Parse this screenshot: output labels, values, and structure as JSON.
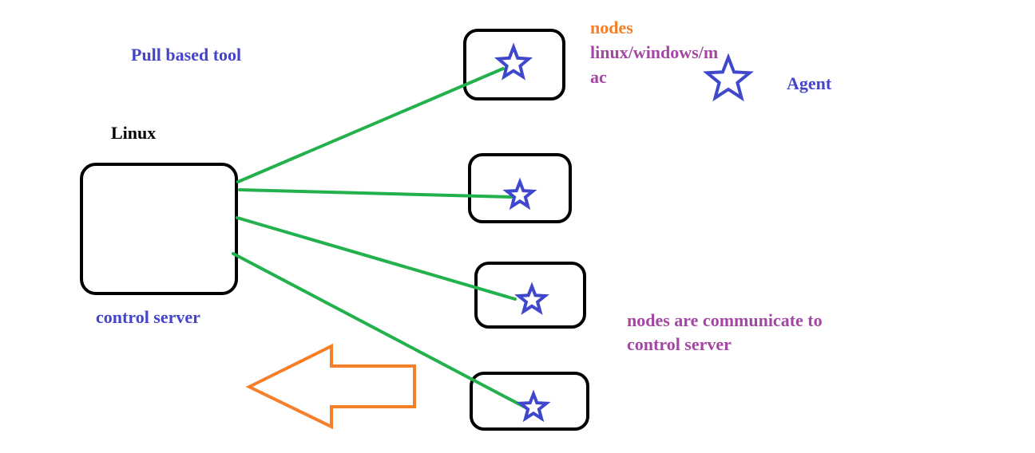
{
  "labels": {
    "title": "Pull based tool",
    "os_label": "Linux",
    "server_label": "control server",
    "nodes_label": "nodes",
    "nodes_os_line1": "linux/windows/m",
    "nodes_os_line2": "ac",
    "agent_label": "Agent",
    "note_line1": "nodes are communicate to",
    "note_line2": "control server"
  },
  "colors": {
    "title": "#4444cc",
    "server_label": "#4444cc",
    "os_label": "#000000",
    "nodes_label": "#f5802a",
    "nodes_os": "#a347a3",
    "agent_label": "#4444cc",
    "note": "#a347a3",
    "box_stroke": "#000000",
    "connector": "#22b14c",
    "star": "#3f48cc",
    "arrow": "#f5802a"
  },
  "icons": {
    "agent": "star-icon",
    "direction": "left-arrow-icon"
  }
}
